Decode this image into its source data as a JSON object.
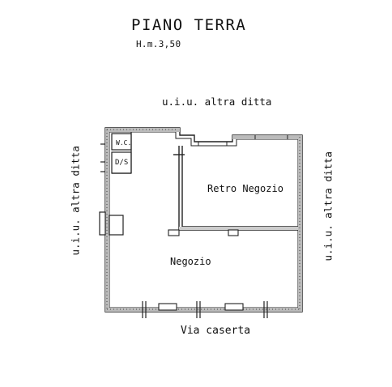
{
  "title": "PIANO TERRA",
  "height_label": "H.m.3,50",
  "neighbors": {
    "top": "u.i.u. altra ditta",
    "left": "u.i.u. altra ditta",
    "right": "u.i.u. altra ditta"
  },
  "street": "Via caserta",
  "rooms": {
    "retro": "Retro Negozio",
    "negozio": "Negozio",
    "wc": "W.C.",
    "ds": "D/S"
  }
}
